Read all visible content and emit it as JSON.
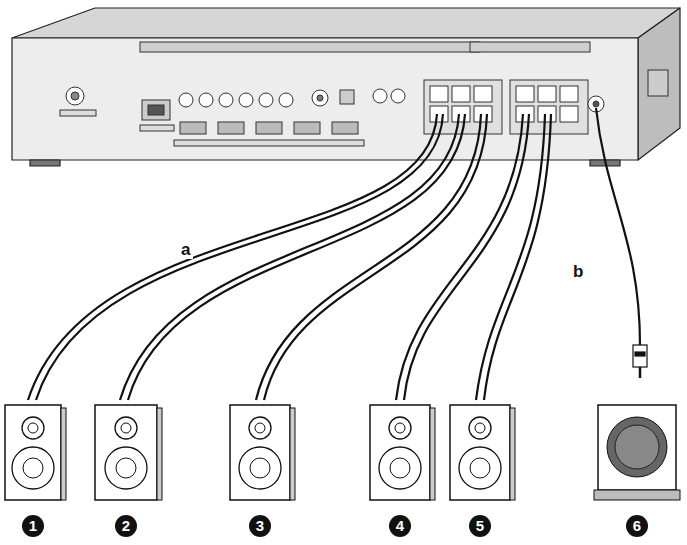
{
  "diagram": {
    "labels": [
      "a",
      "b",
      "1",
      "2",
      "3",
      "4",
      "5",
      "6"
    ]
  }
}
